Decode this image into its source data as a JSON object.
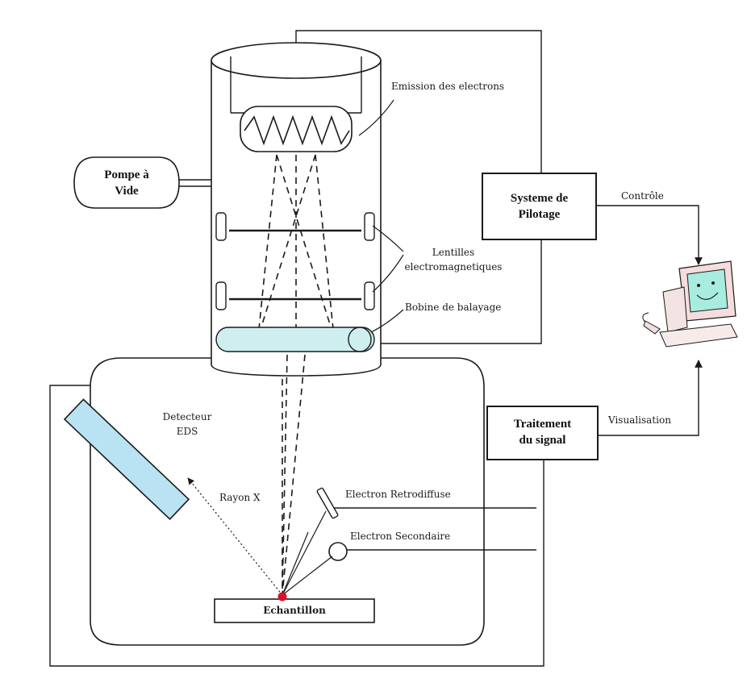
{
  "colors": {
    "line": "#1a1a1a",
    "lens_fill": "#cfeef0",
    "detector_fill": "#b9e3f2",
    "sample_dot": "#e0102b"
  },
  "pump": {
    "line1": "Pompe à",
    "line2": "Vide"
  },
  "labels": {
    "emission": "Emission des electrons",
    "lentilles_1": "Lentilles",
    "lentilles_2": "electromagnetiques",
    "bobine": "Bobine de balayage",
    "pilotage_1": "Systeme de",
    "pilotage_2": "Pilotage",
    "controle": "Contrôle",
    "traitement_1": "Traitement",
    "traitement_2": "du signal",
    "visualisation": "Visualisation",
    "detecteur_1": "Detecteur",
    "detecteur_2": "EDS",
    "rayon_x": "Rayon X",
    "retro": "Electron Retrodiffuse",
    "secondaire": "Electron Secondaire",
    "echantillon": "Echantillon"
  },
  "icons": [
    "computer-icon"
  ]
}
